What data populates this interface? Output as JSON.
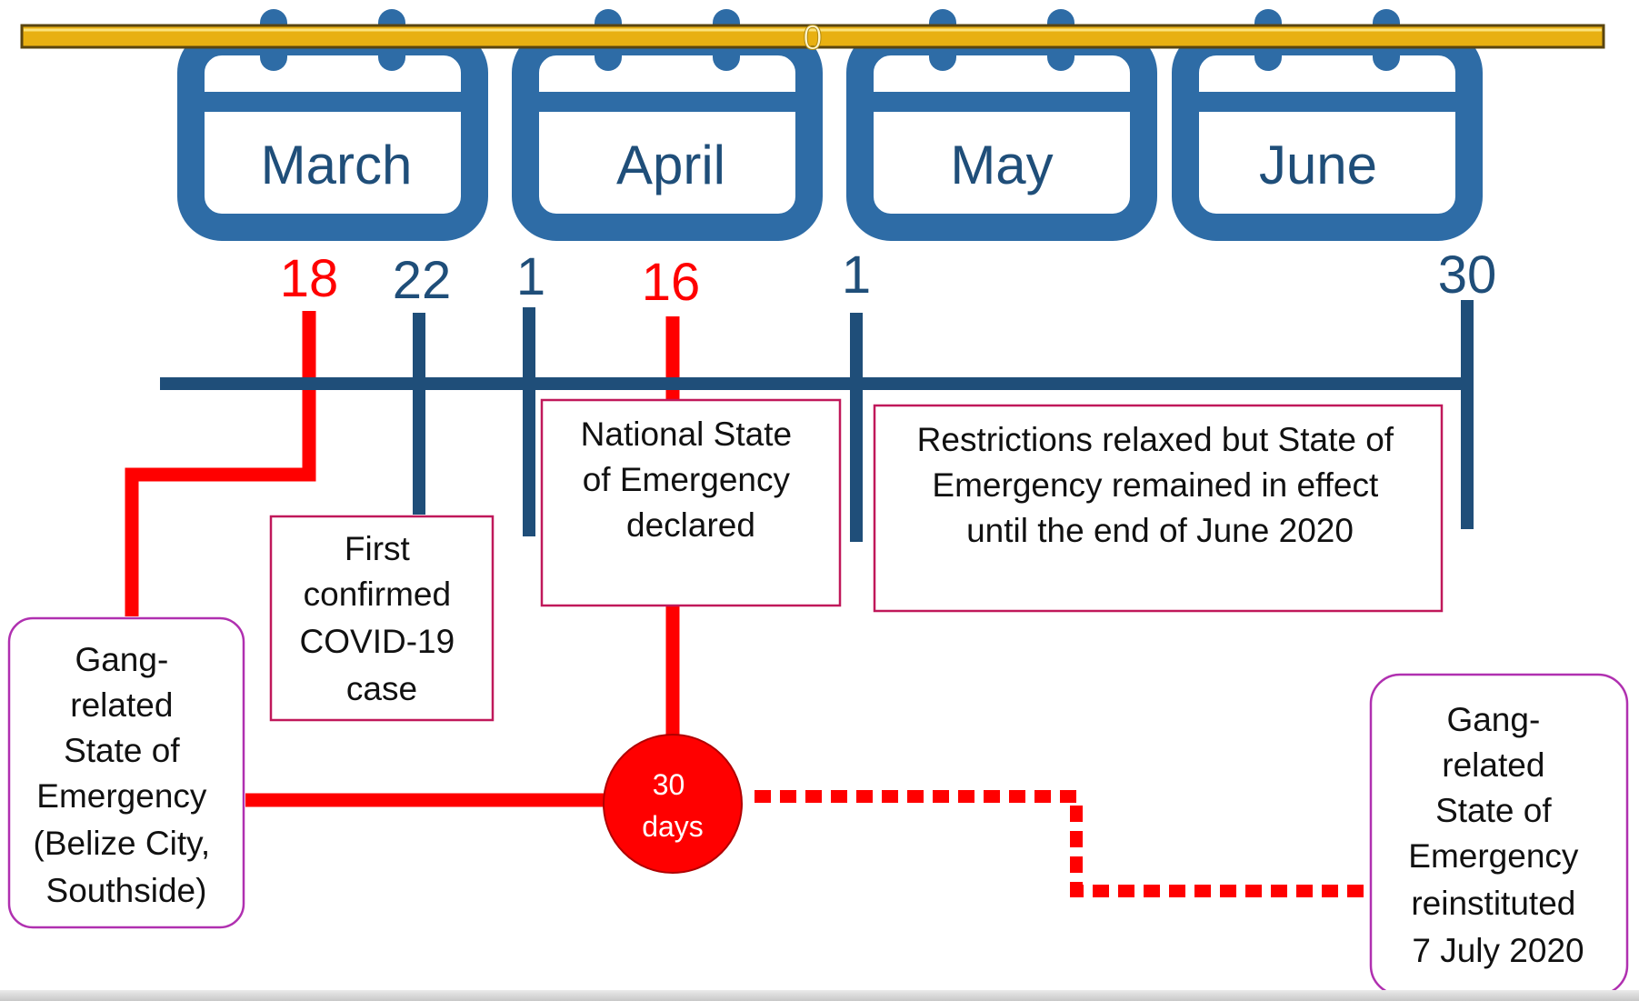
{
  "top_bar": {
    "label": "0"
  },
  "months": [
    {
      "label": "March"
    },
    {
      "label": "April"
    },
    {
      "label": "May"
    },
    {
      "label": "June"
    }
  ],
  "dates": [
    {
      "label": "18",
      "color": "#ff0000"
    },
    {
      "label": "22",
      "color": "#1f4e79"
    },
    {
      "label": "1",
      "color": "#1f4e79"
    },
    {
      "label": "16",
      "color": "#ff0000"
    },
    {
      "label": "1",
      "color": "#1f4e79"
    },
    {
      "label": "30",
      "color": "#1f4e79"
    }
  ],
  "events": {
    "gang_soe": [
      "Gang-",
      "related",
      "State of",
      "Emergency",
      "(Belize City,",
      "Southside)"
    ],
    "first_case": [
      "First",
      "confirmed",
      "COVID-19",
      "case"
    ],
    "national_soe": [
      "National State",
      "of Emergency",
      "declared"
    ],
    "relaxed": [
      "Restrictions relaxed but State of",
      "Emergency remained in effect",
      "until the end of June 2020"
    ],
    "reinstituted": [
      "Gang-",
      "related",
      "State of",
      "Emergency",
      "reinstituted",
      "7 July 2020"
    ]
  },
  "duration": {
    "line1": "30",
    "line2": "days"
  },
  "colors": {
    "calendar_blue": "#2e6ca6",
    "timeline_navy": "#1f4e79",
    "accent_red": "#ff0000",
    "box_border_crimson": "#c0185a",
    "box_border_magenta": "#b030b0",
    "top_bar_gold": "#e8b012"
  }
}
